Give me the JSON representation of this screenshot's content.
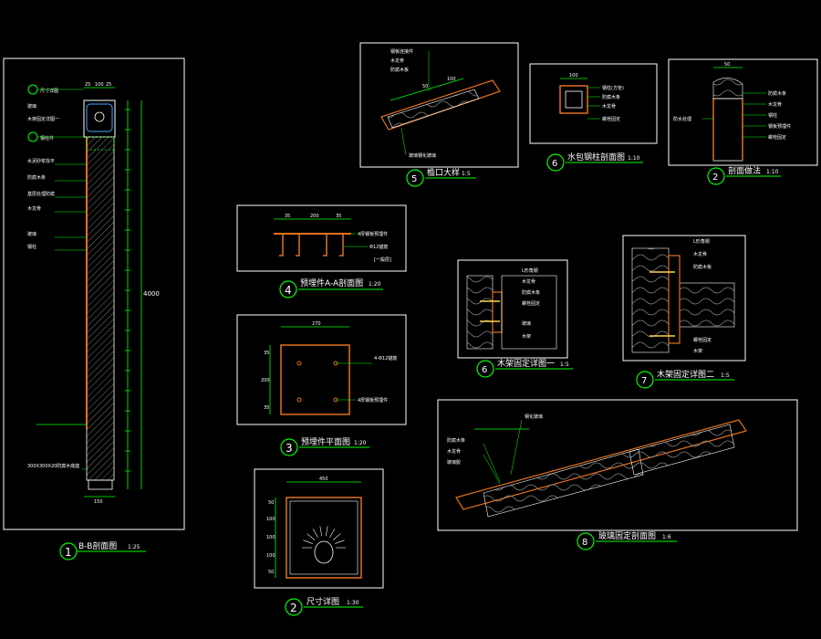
{
  "colors": {
    "background": "#000000",
    "frame": "#ffffff",
    "annotation": "#ffffff",
    "dimension": "#00ff00",
    "section_material": "#e07020",
    "hatch": "#777777"
  },
  "titles": {
    "t1": {
      "num": "1",
      "label": "B-B剖面图",
      "scale": "1:25"
    },
    "t2": {
      "num": "2",
      "label": "尺寸详图",
      "scale": "1:30"
    },
    "t3": {
      "num": "3",
      "label": "预埋件平面图",
      "scale": "1:20"
    },
    "t4": {
      "num": "4",
      "label": "预埋件A-A剖面图",
      "scale": "1:20"
    },
    "t5": {
      "num": "5",
      "label": "檐口大样",
      "scale": "1:5"
    },
    "t6": {
      "num": "6",
      "label": "水包钢柱剖面图",
      "scale": "1:10"
    },
    "t7": {
      "num": "2",
      "label": "剖面做法",
      "scale": "1:10"
    },
    "t8": {
      "num": "6",
      "label": "木架固定详图一",
      "scale": "1:5"
    },
    "t9": {
      "num": "7",
      "label": "木架固定详图二",
      "scale": "1:5"
    },
    "t10": {
      "num": "8",
      "label": "玻璃固定剖面图",
      "scale": "1:6"
    }
  },
  "drawings": {
    "bb_section": {
      "callouts": [
        "尺寸详图",
        "玻璃",
        "木架固定详图一",
        "钢柱件"
      ],
      "notes": [
        "水泥砂浆找平",
        "防腐木条",
        "基层处理防腐",
        "木龙骨",
        "玻璃",
        "钢柱"
      ],
      "bottom_note": "300X300X20防腐木底座",
      "dims_top": [
        "25",
        "100",
        "25"
      ],
      "dim_bottom": "150",
      "dim_total": "4000"
    },
    "detail_2": {
      "dims_top": [
        "450"
      ],
      "dims_side": [
        "50",
        "100",
        "100",
        "100",
        "50"
      ]
    },
    "detail_3": {
      "dims_top": [
        "270"
      ],
      "dims_side": [
        "35",
        "200",
        "35"
      ],
      "notes": [
        "4-Φ12锚筋",
        "4厚钢板预埋件"
      ]
    },
    "detail_4": {
      "dims_top": [
        "35",
        "200",
        "35"
      ],
      "notes": [
        "4厚钢板预埋件",
        "Φ12锚筋",
        "[一般层]"
      ]
    },
    "detail_5": {
      "notes": [
        "钢板连接件",
        "木龙骨",
        "防腐木板",
        "玻璃钢化玻璃"
      ],
      "dims": [
        "50",
        "100"
      ]
    },
    "detail_6": {
      "notes": [
        "钢柱(方管)",
        "防腐木条",
        "木龙骨",
        "螺栓固定"
      ],
      "dims_top": [
        "100"
      ]
    },
    "detail_7": {
      "notes": [
        "防腐木条",
        "木龙骨",
        "钢柱",
        "钢板预埋件",
        "螺栓固定",
        "防水处理"
      ],
      "dims_top": [
        "50"
      ]
    },
    "detail_8": {
      "notes": [
        "L形角钢",
        "木龙骨",
        "防腐木条",
        "螺栓固定",
        "玻璃",
        "木架"
      ]
    },
    "detail_9": {
      "notes": [
        "L形角钢",
        "木龙骨",
        "防腐木板",
        "螺栓固定",
        "木架"
      ]
    },
    "detail_10": {
      "notes": [
        "钢化玻璃",
        "防腐木条",
        "木龙骨",
        "玻璃胶"
      ]
    }
  }
}
